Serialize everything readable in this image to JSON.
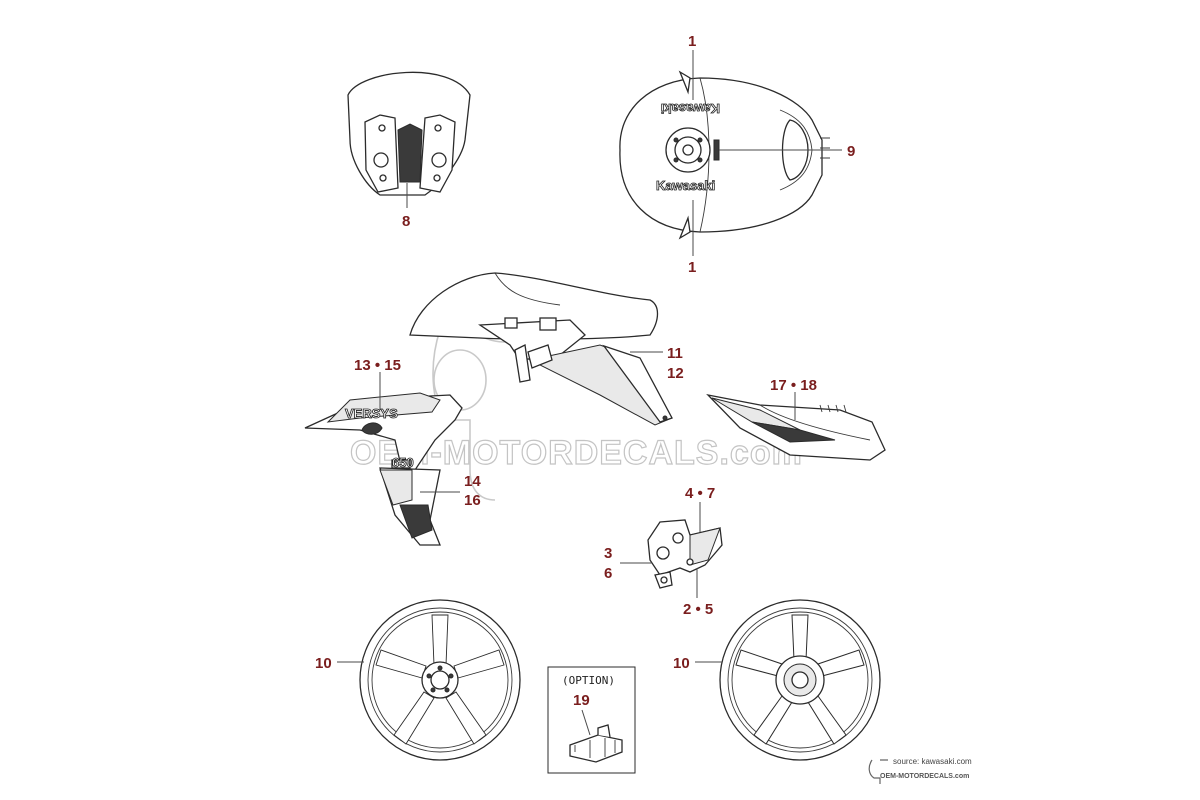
{
  "diagram": {
    "callouts": [
      {
        "id": "callout-1-top",
        "text": "1"
      },
      {
        "id": "callout-1-bottom",
        "text": "1"
      },
      {
        "id": "callout-8",
        "text": "8"
      },
      {
        "id": "callout-9",
        "text": "9"
      },
      {
        "id": "callout-11",
        "text": "11"
      },
      {
        "id": "callout-12",
        "text": "12"
      },
      {
        "id": "callout-13-15",
        "text": "13 • 15"
      },
      {
        "id": "callout-14",
        "text": "14"
      },
      {
        "id": "callout-16",
        "text": "16"
      },
      {
        "id": "callout-17-18",
        "text": "17 • 18"
      },
      {
        "id": "callout-4-7",
        "text": "4 • 7"
      },
      {
        "id": "callout-3",
        "text": "3"
      },
      {
        "id": "callout-6",
        "text": "6"
      },
      {
        "id": "callout-2-5",
        "text": "2 • 5"
      },
      {
        "id": "callout-10-left",
        "text": "10"
      },
      {
        "id": "callout-10-right",
        "text": "10"
      },
      {
        "id": "callout-19",
        "text": "19"
      }
    ],
    "option_box_label": "(OPTION)",
    "tank_decal_text": "Kawasaki",
    "fairing_decal_text": "VERSYS",
    "fairing_small_decal_text": "650",
    "watermark_text": "OEM-MOTORDECALS.com",
    "source_text": "source: kawasaki.com",
    "source_brand_text": "OEM-MOTORDECALS.com"
  },
  "colors": {
    "callout": "#7a1e1e",
    "line": "#2b2b2b",
    "watermark": "#c4c4c4"
  }
}
